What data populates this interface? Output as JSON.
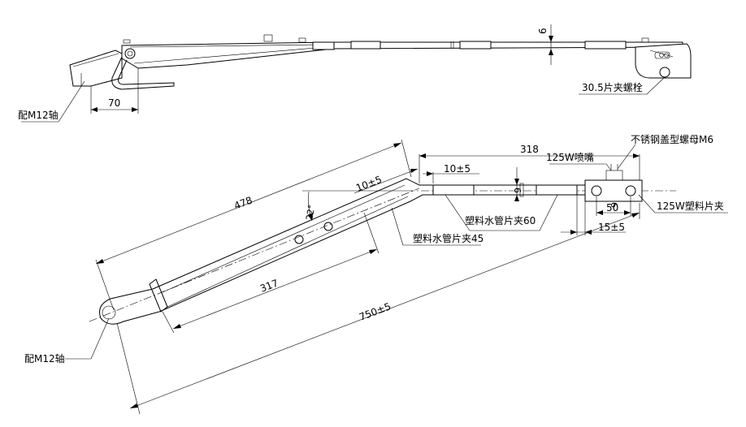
{
  "top_view": {
    "dim_width": "70",
    "dim_thickness": "6",
    "label_shaft": "配M12轴",
    "label_bolt": "30.5片夹螺栓"
  },
  "main_view": {
    "dim_overall": "750±5",
    "dim_arm": "478",
    "dim_inner": "317",
    "dim_angle": "22°",
    "dim_offset_left": "10±5",
    "dim_blade": "318",
    "dim_offset_mid": "10±5",
    "dim_tube": "9",
    "dim_clip": "50",
    "dim_clip_small": "9",
    "dim_clip_offset": "15±5",
    "label_shaft": "配M12轴",
    "label_clip45": "塑料水管片夹45",
    "label_clip60": "塑料水管片夹60",
    "label_nozzle": "125W喷嘴",
    "label_nut": "不锈钢盖型螺母M6",
    "label_clip125": "125W塑料片夹"
  }
}
